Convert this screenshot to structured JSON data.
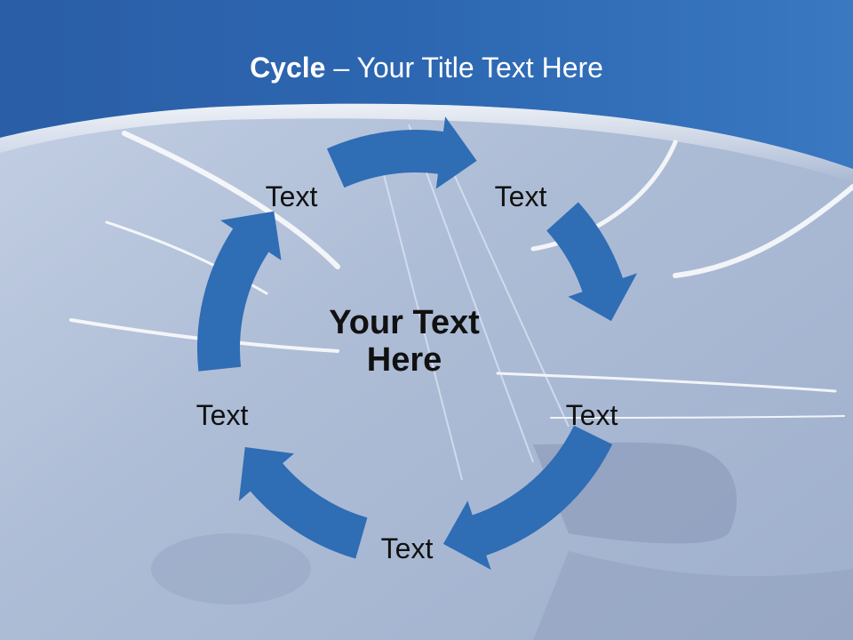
{
  "slide": {
    "title_bold": "Cycle",
    "title_rest": " – Your Title Text Here"
  },
  "cycle": {
    "center_text": "Your Text Here",
    "steps": [
      {
        "label": "Text"
      },
      {
        "label": "Text"
      },
      {
        "label": "Text"
      },
      {
        "label": "Text"
      },
      {
        "label": "Text"
      }
    ]
  },
  "colors": {
    "header_blue": "#2d6cb5",
    "arrow_blue": "#2f6db5",
    "background": "#b9c7dc",
    "text": "#111111"
  },
  "icons": [
    "curved-arrow-icon"
  ]
}
